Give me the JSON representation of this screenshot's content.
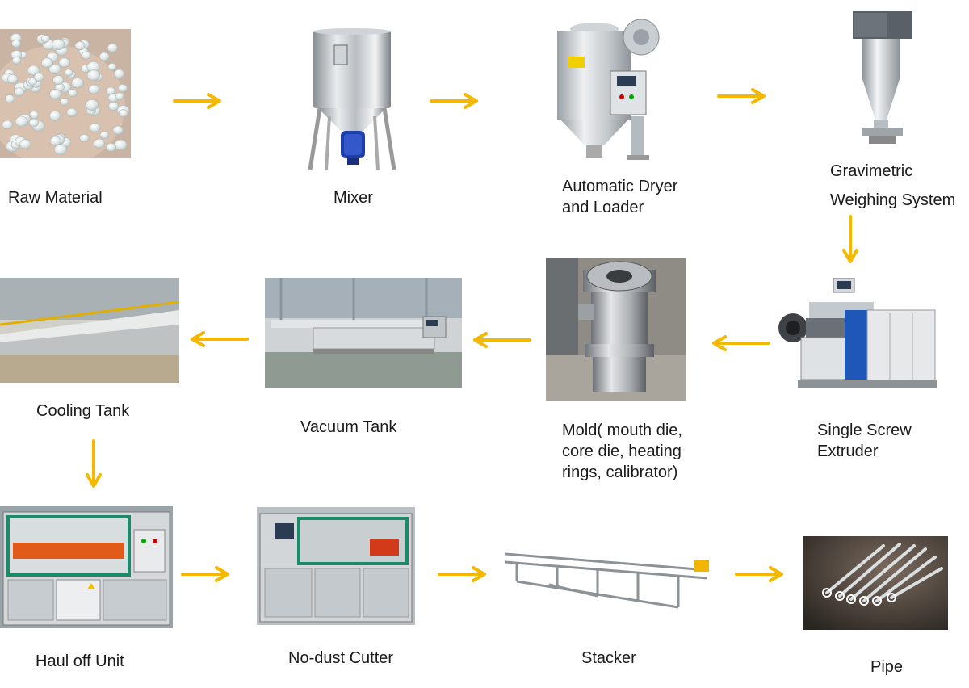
{
  "colors": {
    "arrow": "#f5b800",
    "text": "#1a1a1a",
    "background": "#ffffff"
  },
  "steps": [
    {
      "id": "raw-material",
      "label_lines": [
        "Raw Material"
      ]
    },
    {
      "id": "mixer",
      "label_lines": [
        "Mixer"
      ]
    },
    {
      "id": "dryer-loader",
      "label_lines": [
        "Automatic Dryer",
        "and Loader"
      ]
    },
    {
      "id": "gravimetric",
      "label_lines": [
        "Gravimetric",
        "Weighing System"
      ]
    },
    {
      "id": "extruder",
      "label_lines": [
        "Single Screw",
        "Extruder"
      ]
    },
    {
      "id": "mold",
      "label_lines": [
        "Mold( mouth die,",
        "core die, heating",
        "rings, calibrator)"
      ]
    },
    {
      "id": "vacuum-tank",
      "label_lines": [
        "Vacuum Tank"
      ]
    },
    {
      "id": "cooling-tank",
      "label_lines": [
        "Cooling Tank"
      ]
    },
    {
      "id": "haul-off",
      "label_lines": [
        "Haul off Unit"
      ]
    },
    {
      "id": "cutter",
      "label_lines": [
        "No-dust Cutter"
      ]
    },
    {
      "id": "stacker",
      "label_lines": [
        "Stacker"
      ]
    },
    {
      "id": "pipe",
      "label_lines": [
        "Pipe"
      ]
    }
  ],
  "flow_arrows": [
    {
      "from": "raw-material",
      "to": "mixer",
      "direction": "right"
    },
    {
      "from": "mixer",
      "to": "dryer-loader",
      "direction": "right"
    },
    {
      "from": "dryer-loader",
      "to": "gravimetric",
      "direction": "right"
    },
    {
      "from": "gravimetric",
      "to": "extruder",
      "direction": "down"
    },
    {
      "from": "extruder",
      "to": "mold",
      "direction": "left"
    },
    {
      "from": "mold",
      "to": "vacuum-tank",
      "direction": "left"
    },
    {
      "from": "vacuum-tank",
      "to": "cooling-tank",
      "direction": "left"
    },
    {
      "from": "cooling-tank",
      "to": "haul-off",
      "direction": "down"
    },
    {
      "from": "haul-off",
      "to": "cutter",
      "direction": "right"
    },
    {
      "from": "cutter",
      "to": "stacker",
      "direction": "right"
    },
    {
      "from": "stacker",
      "to": "pipe",
      "direction": "right"
    }
  ]
}
